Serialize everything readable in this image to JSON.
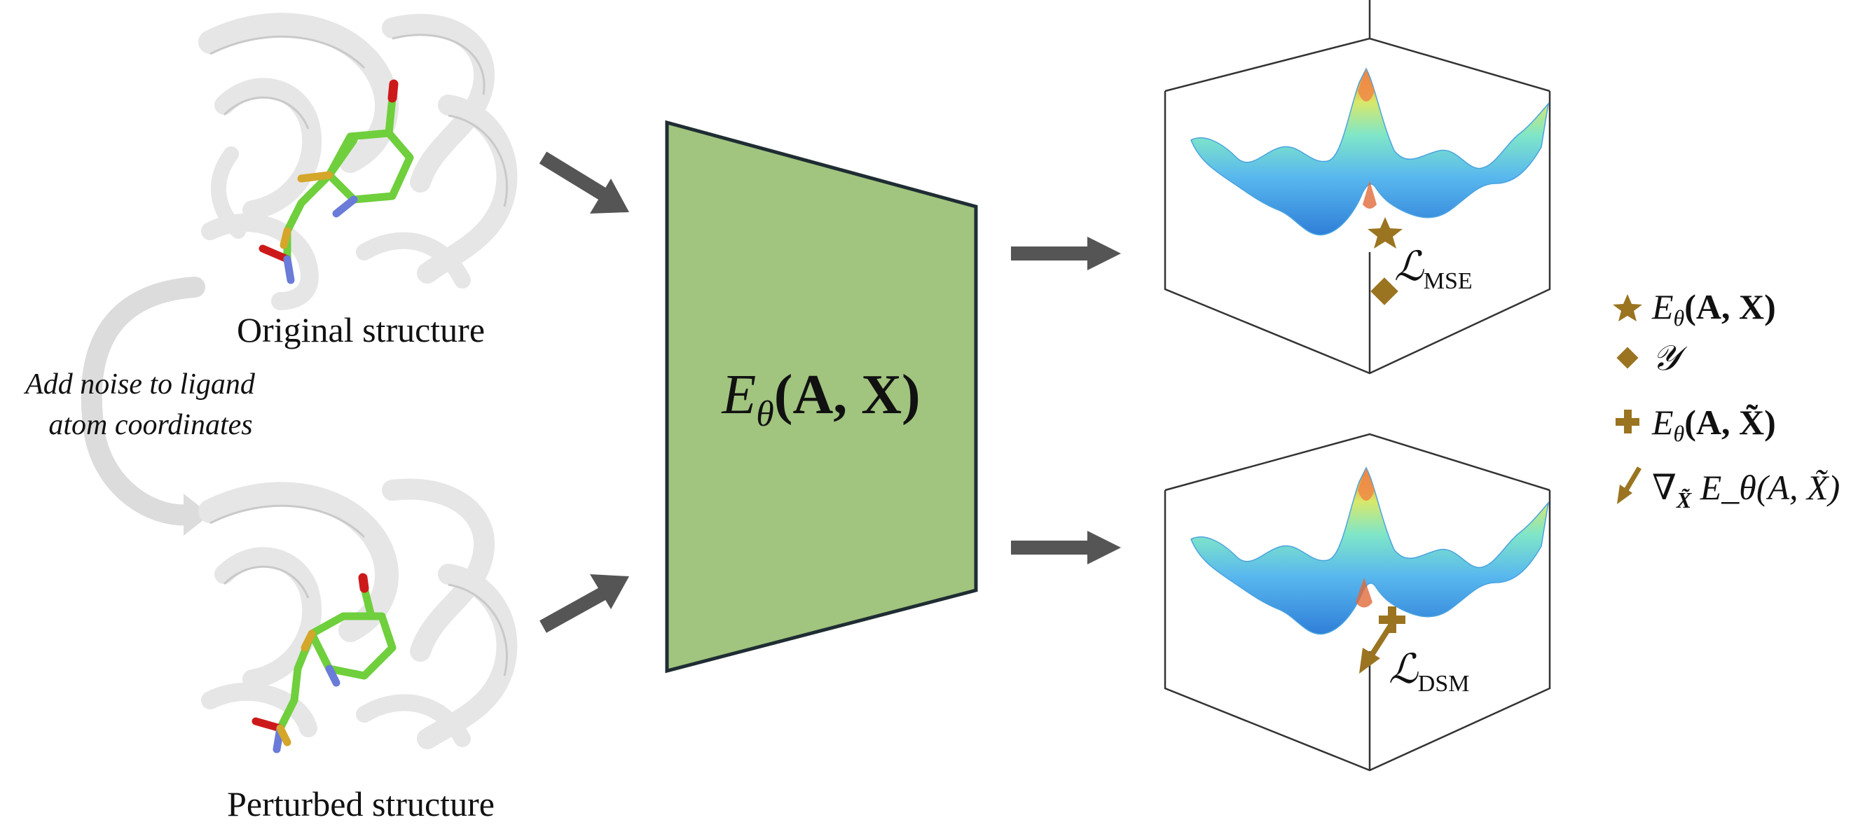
{
  "colors": {
    "arrow": "#555555",
    "encoder_fill": "#a1c47f",
    "encoder_stroke": "#1f2d33",
    "marker": "#9a7420",
    "ribbon": "#e9e9e9",
    "carbon": "#6fcf3c",
    "oxygen": "#cc1a1a",
    "nitrogen": "#6a7bd8",
    "sulfur": "#d4a62a"
  },
  "left": {
    "original_caption": "Original structure",
    "perturbed_caption": "Perturbed structure",
    "noise_note": [
      "Add noise to ligand",
      "atom coordinates"
    ]
  },
  "encoder": {
    "label_main": "E",
    "label_sub": "θ",
    "label_args": "(A, X)"
  },
  "landscapes": [
    {
      "loss_main": "ℒ",
      "loss_sub": "MSE"
    },
    {
      "loss_main": "ℒ",
      "loss_sub": "DSM"
    }
  ],
  "legend": [
    {
      "icon": "star-icon",
      "text": "E",
      "sub": "θ",
      "rest": "(A, X)"
    },
    {
      "icon": "diamond-icon",
      "text": "𝒴",
      "sub": "",
      "rest": ""
    },
    {
      "icon": "plus-icon",
      "text": "E",
      "sub": "θ",
      "rest": "(A, X̃)"
    },
    {
      "icon": "arrow-icon",
      "text": "∇",
      "sub": "X̃",
      "rest": " E_θ(A, X̃)"
    }
  ]
}
